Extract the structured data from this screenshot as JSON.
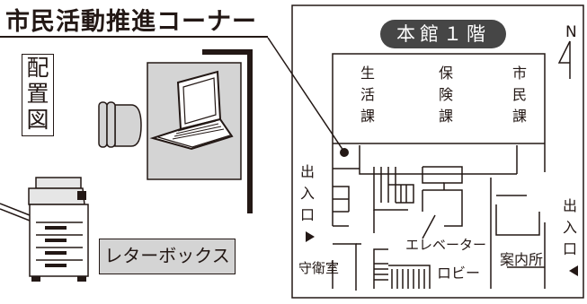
{
  "title": "市民活動推進コーナー",
  "layout_label": "配置図",
  "mailbox_label": "レターボックス",
  "floor_title": "本館１階",
  "compass": "N",
  "departments": [
    {
      "label": "生活課"
    },
    {
      "label": "保険課"
    },
    {
      "label": "市民課"
    }
  ],
  "entrance_left": "出入口",
  "entrance_right": "出入口",
  "elevator_label": "エレベーター",
  "lobby_label": "ロビー",
  "info_label": "案内所",
  "guard_label": "守衛室"
}
